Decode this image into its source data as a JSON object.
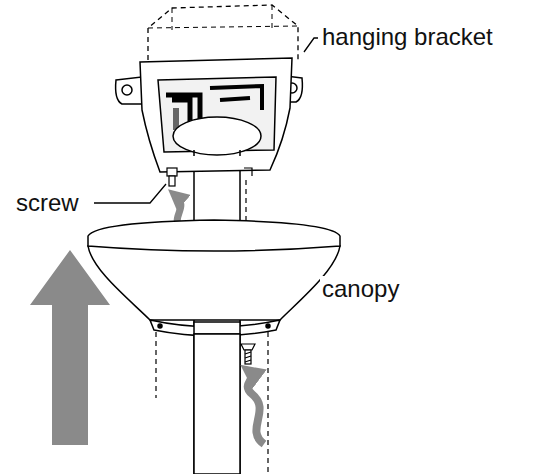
{
  "diagram": {
    "labels": [
      "hanging bracket",
      "screw",
      "canopy"
    ]
  }
}
